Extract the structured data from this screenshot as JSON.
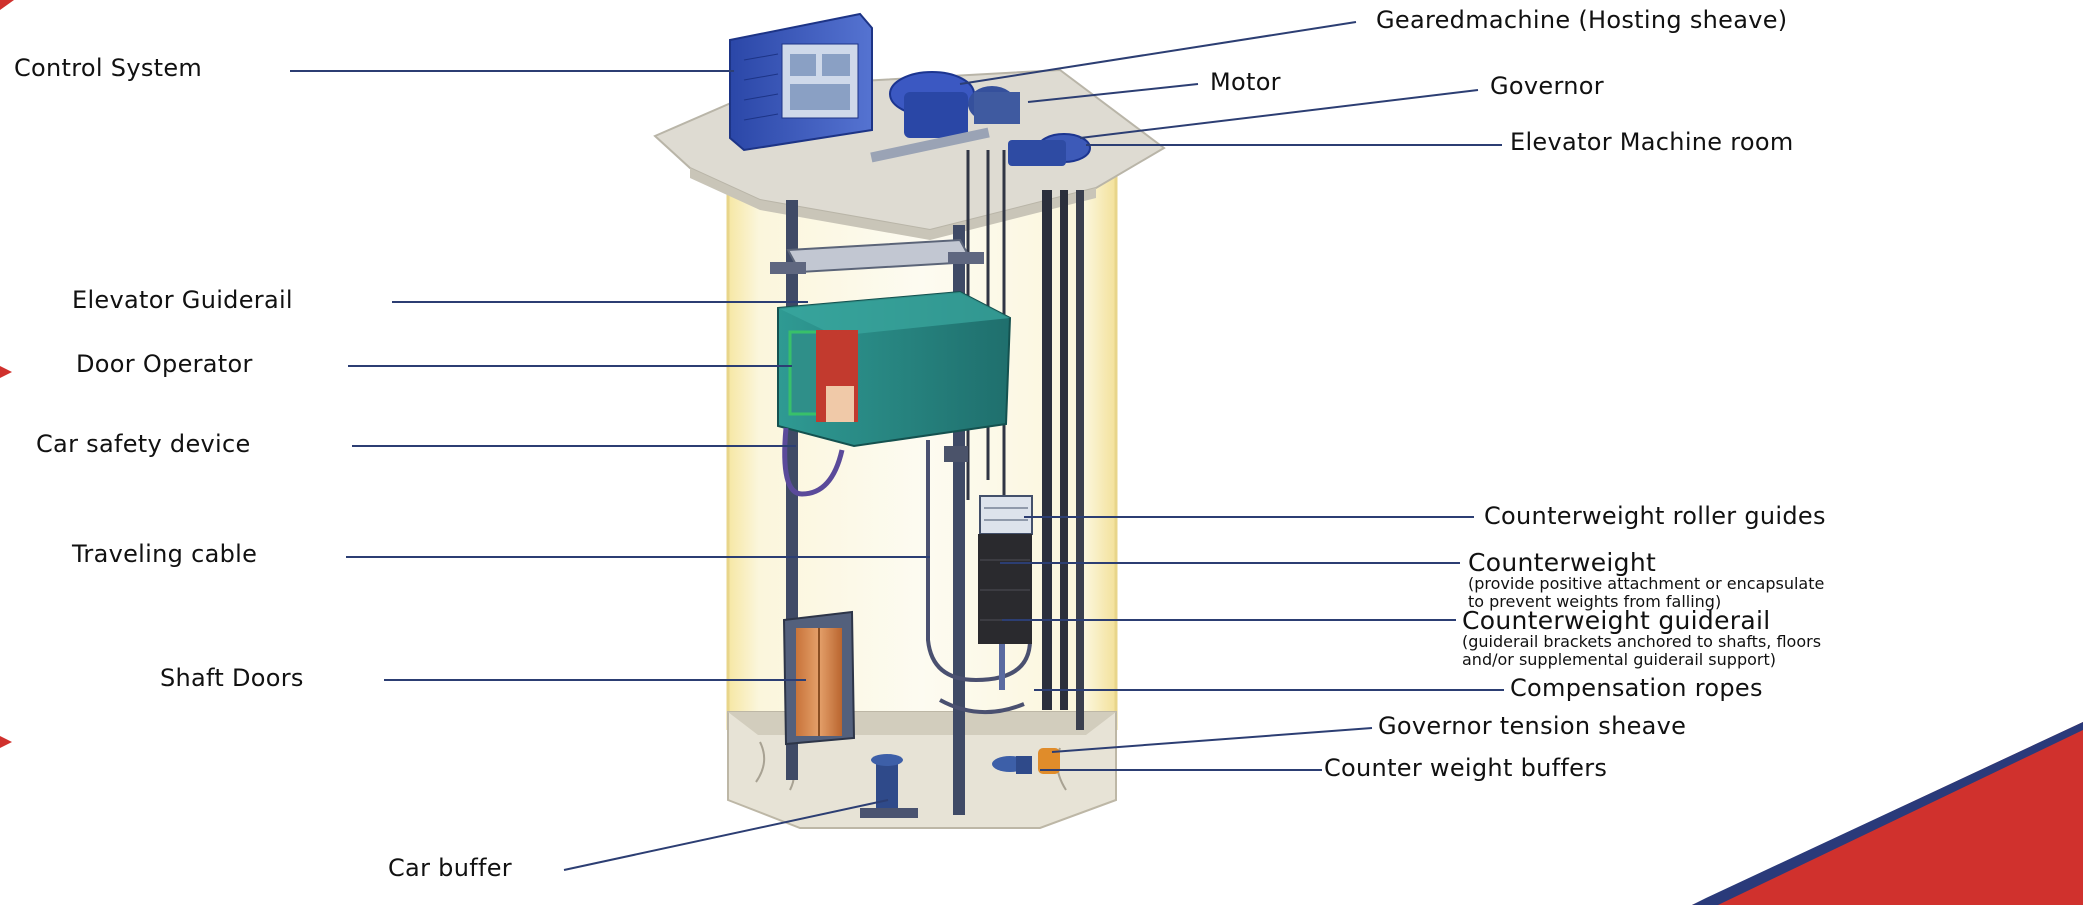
{
  "labels": {
    "control_system": "Control System",
    "geared_machine": "Gearedmachine (Hosting sheave)",
    "motor": "Motor",
    "governor": "Governor",
    "machine_room": "Elevator Machine room",
    "guiderail": "Elevator Guiderail",
    "door_operator": "Door Operator",
    "car_safety": "Car safety device",
    "traveling_cable": "Traveling cable",
    "shaft_doors": "Shaft Doors",
    "car_buffer": "Car buffer",
    "cw_roller_guides": "Counterweight roller guides",
    "counterweight": "Counterweight",
    "counterweight_note_1": "(provide positive attachment or encapsulate",
    "counterweight_note_2": "to prevent weights from falling)",
    "cw_guiderail": "Counterweight guiderail",
    "cw_guiderail_note_1": "(guiderail brackets anchored to shafts, floors",
    "cw_guiderail_note_2": "and/or supplemental guiderail support)",
    "compensation_ropes": "Compensation ropes",
    "governor_tension_sheave": "Governor tension sheave",
    "cw_buffers": "Counter weight buffers"
  },
  "colors": {
    "leader_line": "#2c3e73",
    "accent_red": "#d0312d",
    "accent_navy": "#2a3a7a",
    "shaft_wall": "#f3edc8",
    "slab": "#dedbd2",
    "car_body": "#2a8a86",
    "control_cabinet": "#3a56b8"
  }
}
